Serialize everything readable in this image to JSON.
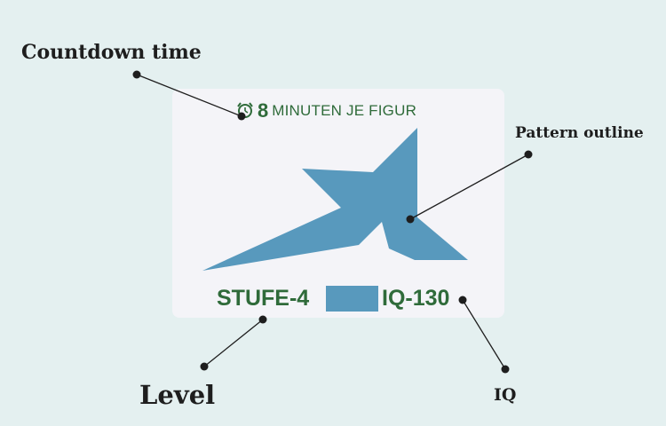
{
  "card": {
    "timer_value": "8",
    "timer_text": "MINUTEN JE FIGUR",
    "level": "STUFE-4",
    "iq": "IQ-130"
  },
  "callouts": {
    "countdown": "Countdown time",
    "pattern": "Pattern outline",
    "level": "Level",
    "iq": "IQ"
  },
  "colors": {
    "background": "#e4f0f0",
    "card": "#f4f4f8",
    "pattern": "#5899bd",
    "text_green": "#2f6b3a"
  },
  "icons": {
    "timer": "alarm-clock-icon"
  }
}
